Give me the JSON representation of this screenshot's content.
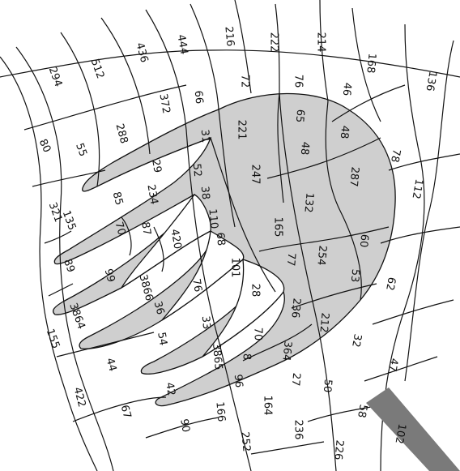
{
  "diagram": {
    "shaded_fill": "#cfcfcf",
    "line_color": "#111111",
    "bar_color": "#7a7a7a",
    "labels": [
      "294",
      "512",
      "436",
      "444",
      "216",
      "222",
      "214",
      "168",
      "136",
      "80",
      "55",
      "288",
      "372",
      "66",
      "72",
      "76",
      "46",
      "321",
      "135",
      "85",
      "29",
      "31",
      "221",
      "65",
      "48",
      "78",
      "89",
      "70",
      "234",
      "52",
      "247",
      "48",
      "287",
      "112",
      "99",
      "87",
      "38",
      "110",
      "165",
      "132",
      "60",
      "3864",
      "3866",
      "420",
      "68",
      "101",
      "77",
      "254",
      "62",
      "155",
      "36",
      "76",
      "28",
      "53",
      "236",
      "212",
      "44",
      "54",
      "33",
      "70",
      "364",
      "32",
      "422",
      "42",
      "3865",
      "8",
      "27",
      "47",
      "67",
      "90",
      "96",
      "166",
      "164",
      "50",
      "58",
      "252",
      "236",
      "226",
      "102"
    ]
  }
}
